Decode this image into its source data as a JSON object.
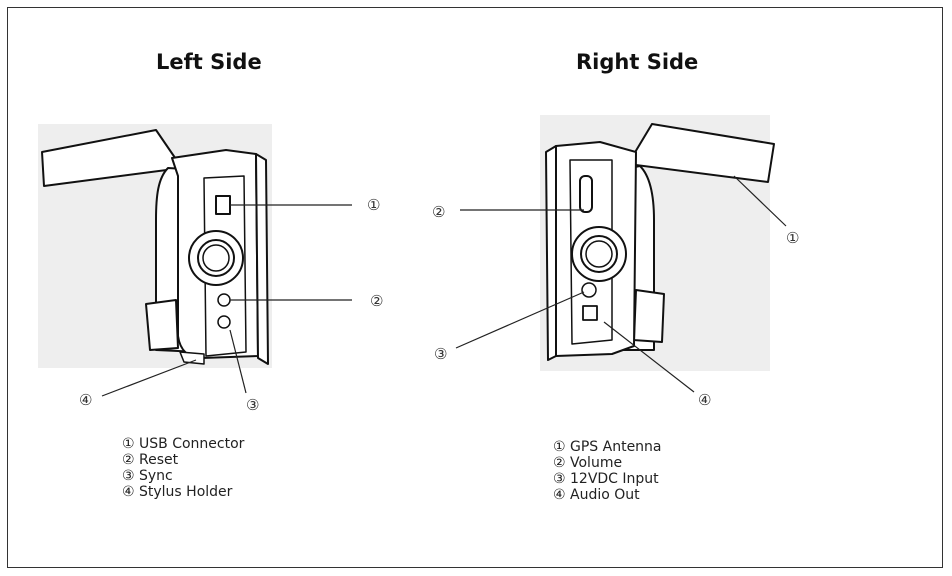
{
  "left": {
    "title": "Left Side",
    "callouts": [
      "①",
      "②",
      "③",
      "④"
    ],
    "legend": [
      "① USB Connector",
      "② Reset",
      "③ Sync",
      "④ Stylus Holder"
    ]
  },
  "right": {
    "title": "Right Side",
    "callouts": [
      "①",
      "②",
      "③",
      "④"
    ],
    "legend": [
      "① GPS Antenna",
      "② Volume",
      "③ 12VDC Input",
      "④ Audio Out"
    ]
  }
}
